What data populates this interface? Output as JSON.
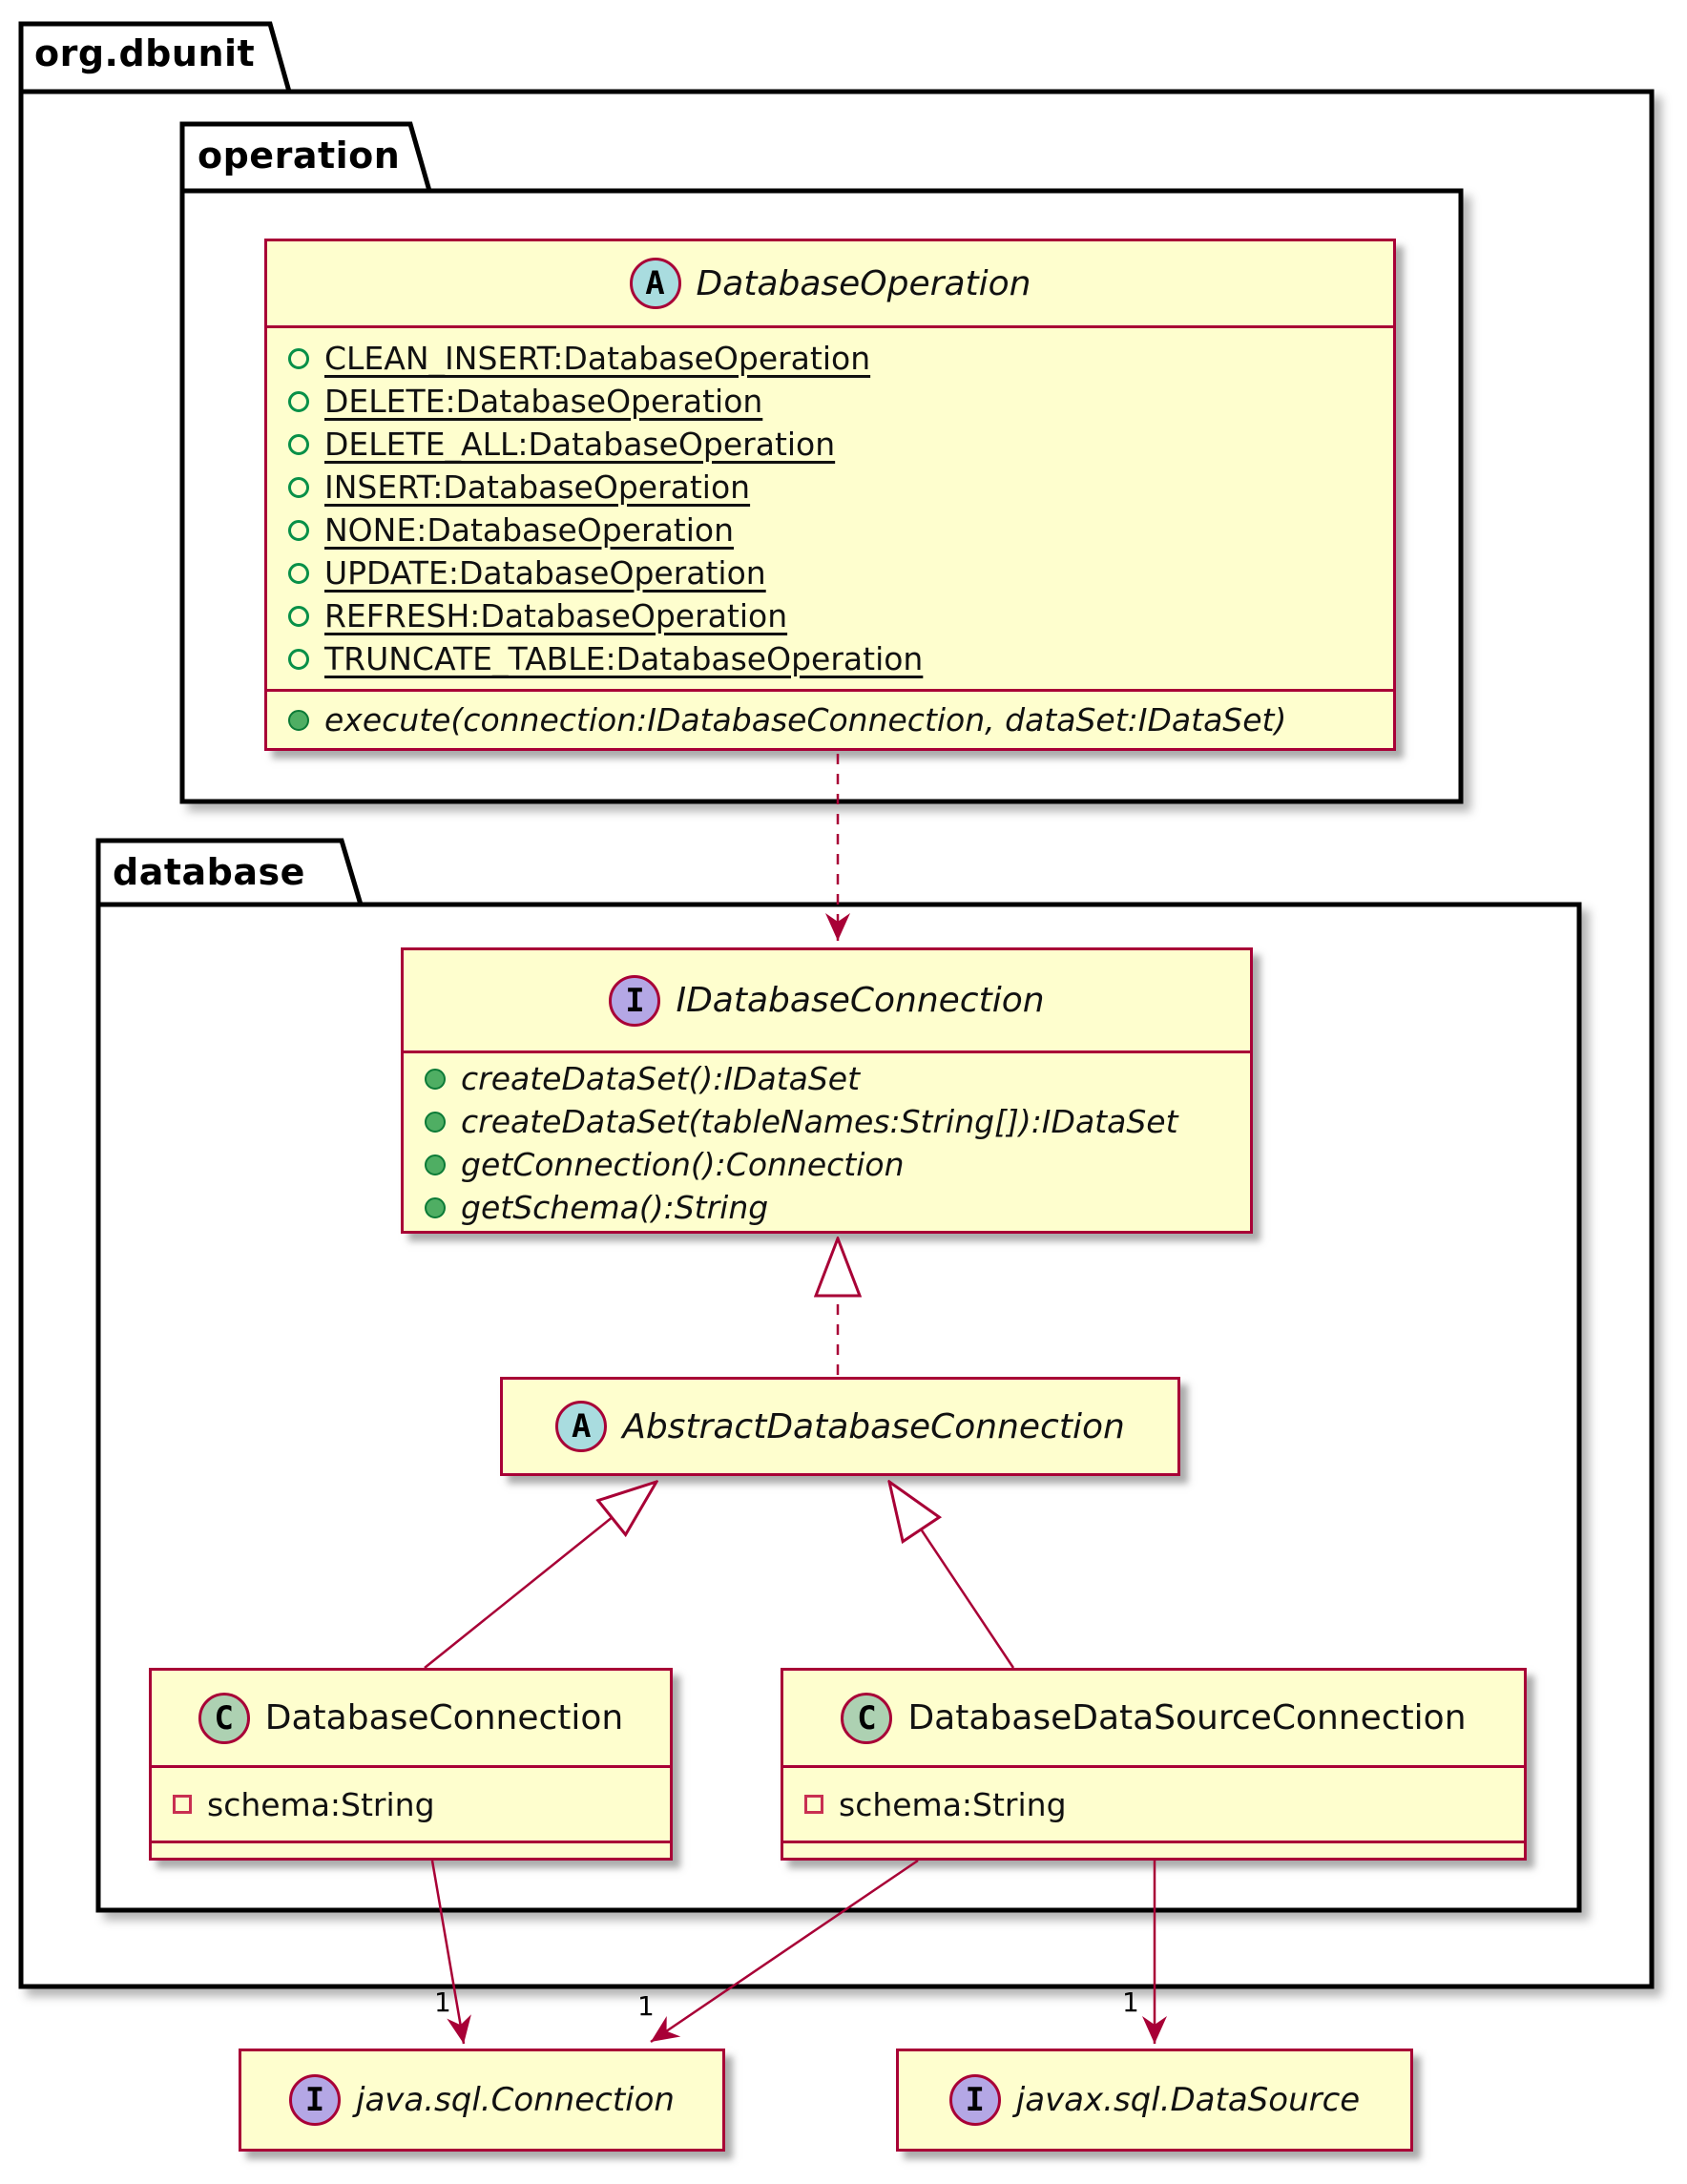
{
  "diagram": {
    "kind": "uml-class-diagram",
    "colors": {
      "accent": "#A80036",
      "class_fill": "#FEFECE",
      "package_border": "#000000",
      "spot_abstract": "#A9DCDF",
      "spot_interface": "#B4A7E5",
      "spot_class": "#ADD1B2",
      "field_icon_green": "#089048",
      "method_icon_green": "#4fae63",
      "private_icon_red": "#C82F51"
    },
    "packages": {
      "root": {
        "label": "org.dbunit"
      },
      "operation": {
        "label": "operation"
      },
      "database": {
        "label": "database"
      }
    },
    "classes": {
      "databaseOperation": {
        "spot": "A",
        "name": "DatabaseOperation",
        "fields": [
          "CLEAN_INSERT:DatabaseOperation",
          "DELETE:DatabaseOperation",
          "DELETE_ALL:DatabaseOperation",
          "INSERT:DatabaseOperation",
          "NONE:DatabaseOperation",
          "UPDATE:DatabaseOperation",
          "REFRESH:DatabaseOperation",
          "TRUNCATE_TABLE:DatabaseOperation"
        ],
        "methods": [
          "execute(connection:IDatabaseConnection, dataSet:IDataSet)"
        ]
      },
      "iDatabaseConnection": {
        "spot": "I",
        "name": "IDatabaseConnection",
        "methods": [
          "createDataSet():IDataSet",
          "createDataSet(tableNames:String[]):IDataSet",
          "getConnection():Connection",
          "getSchema():String"
        ]
      },
      "abstractDatabaseConnection": {
        "spot": "A",
        "name": "AbstractDatabaseConnection"
      },
      "databaseConnection": {
        "spot": "C",
        "name": "DatabaseConnection",
        "fields": [
          "schema:String"
        ]
      },
      "databaseDataSourceConnection": {
        "spot": "C",
        "name": "DatabaseDataSourceConnection",
        "fields": [
          "schema:String"
        ]
      },
      "javaSqlConnection": {
        "spot": "I",
        "name": "java.sql.Connection"
      },
      "javaxSqlDataSource": {
        "spot": "I",
        "name": "javax.sql.DataSource"
      }
    },
    "multiplicities": [
      "1",
      "1",
      "1"
    ]
  }
}
